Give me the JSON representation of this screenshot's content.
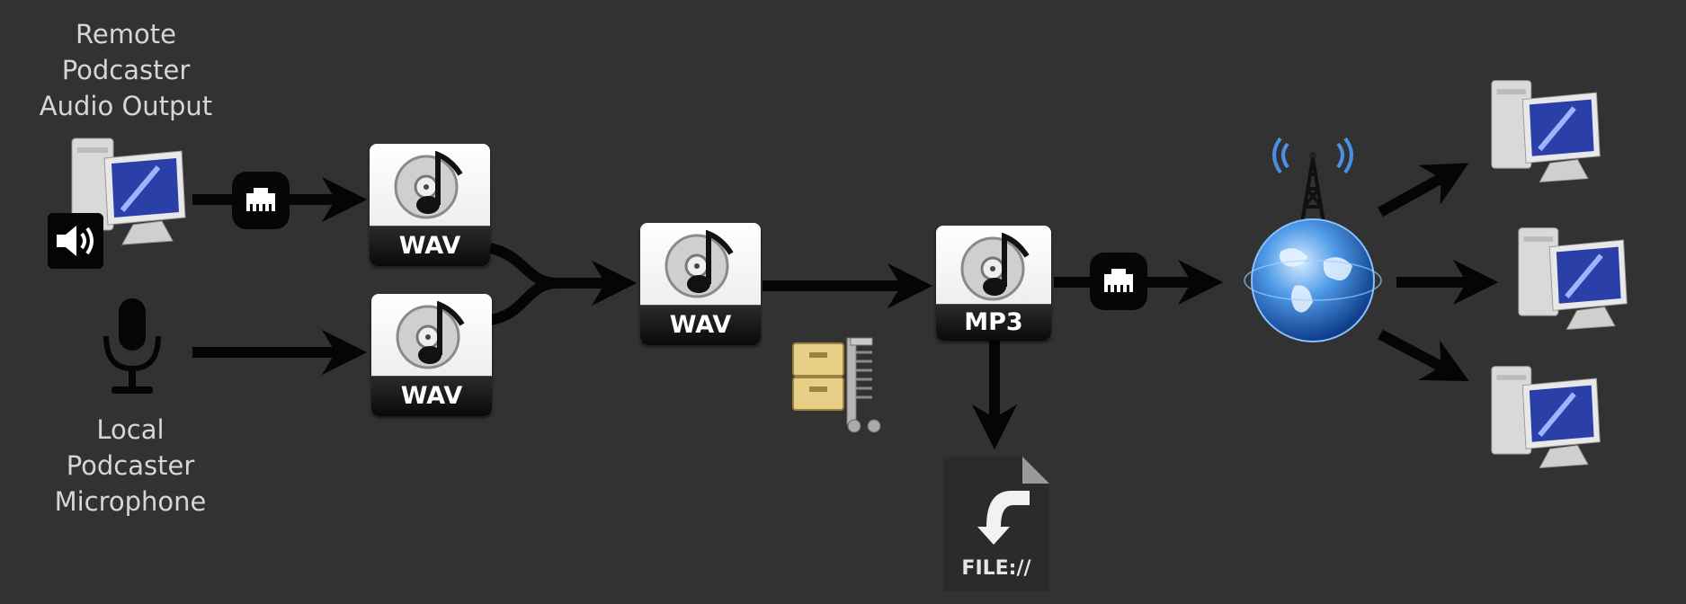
{
  "labels": {
    "remote": "Remote\nPodcaster\nAudio Output",
    "local": "Local\nPodcaster\nMicrophone"
  },
  "files": {
    "wav_remote": "WAV",
    "wav_local": "WAV",
    "wav_mixed": "WAV",
    "mp3": "MP3",
    "file_url": "FILE://"
  },
  "icons": {
    "remote_computer": "computer-icon",
    "speaker": "speaker-icon",
    "microphone": "microphone-icon",
    "network": "network-port-icon",
    "compress": "archive-compress-icon",
    "save_file": "file-save-icon",
    "broadcast_globe": "broadcast-globe-icon",
    "listener": "computer-icon"
  },
  "colors": {
    "background": "#323232",
    "arrow": "#050505",
    "label": "#d6d6d6",
    "wave": "#4a90e8"
  }
}
